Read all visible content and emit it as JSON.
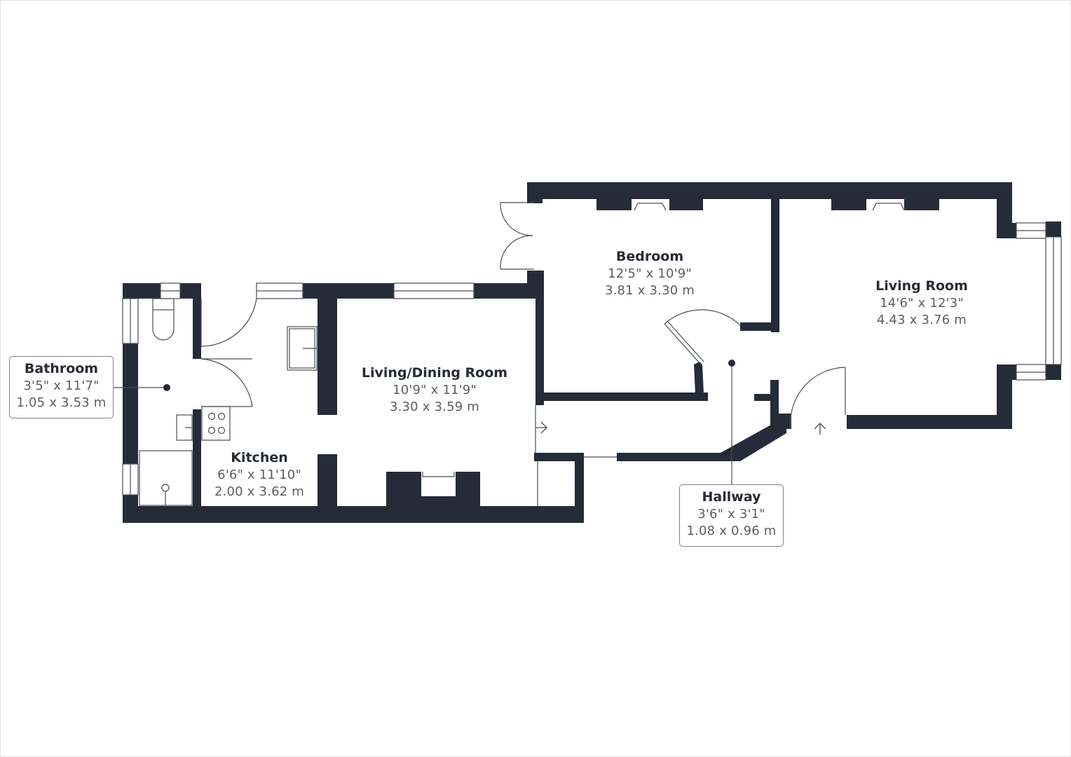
{
  "colors": {
    "wall": "#252b38",
    "background": "#ffffff",
    "label_name": "#262b35",
    "label_dims": "#5a5d63",
    "fixture_line": "#4a4d55"
  },
  "rooms": [
    {
      "id": "bathroom",
      "name": "Bathroom",
      "imperial": "3'5\" x 11'7\"",
      "metric": "1.05 x 3.53 m",
      "callout": true
    },
    {
      "id": "kitchen",
      "name": "Kitchen",
      "imperial": "6'6\" x 11'10\"",
      "metric": "2.00 x 3.62 m",
      "callout": false
    },
    {
      "id": "living-dining",
      "name": "Living/Dining Room",
      "imperial": "10'9\" x 11'9\"",
      "metric": "3.30 x 3.59 m",
      "callout": false
    },
    {
      "id": "bedroom",
      "name": "Bedroom",
      "imperial": "12'5\" x 10'9\"",
      "metric": "3.81 x 3.30 m",
      "callout": false
    },
    {
      "id": "living-room",
      "name": "Living Room",
      "imperial": "14'6\" x 12'3\"",
      "metric": "4.43 x 3.76 m",
      "callout": false
    },
    {
      "id": "hallway",
      "name": "Hallway",
      "imperial": "3'6\" x 3'1\"",
      "metric": "1.08 x 0.96 m",
      "callout": true
    }
  ],
  "icons": {
    "entrance_arrow": "up-arrow",
    "passage_arrow": "right-arrow",
    "fireplace": "fireplace",
    "toilet": "toilet",
    "shower": "shower-tray",
    "hob": "hob-4-ring",
    "sink": "sink"
  }
}
